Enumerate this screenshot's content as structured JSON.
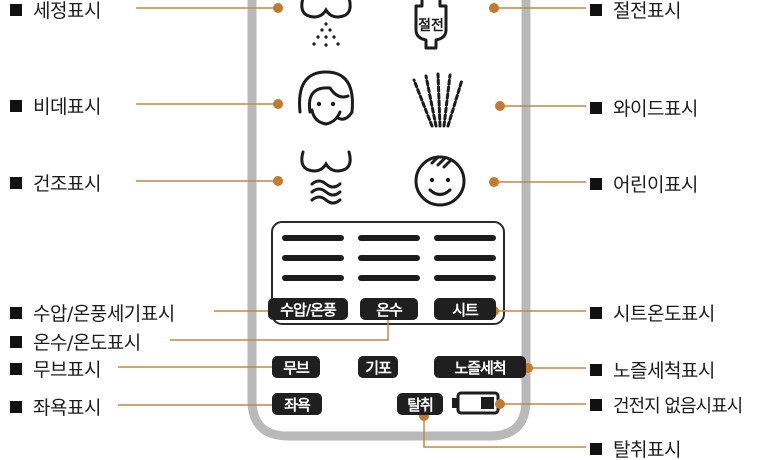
{
  "labels": {
    "wash": "세정표시",
    "bidet": "비데표시",
    "dry": "건조표시",
    "pressure": "수압/온풍세기표시",
    "water_temp": "온수/온도표시",
    "move": "무브표시",
    "seat_sensor": "좌욕표시",
    "power_save": "절전표시",
    "wide": "와이드표시",
    "child": "어린이표시",
    "seat_temp": "시트온도표시",
    "nozzle_clean": "노즐세척표시",
    "battery": "건전지 없음시표시",
    "deodor": "탈취표시"
  },
  "panel": {
    "power_save_icon_text": "절전",
    "pressure_badge": "수압/온풍",
    "water_temp_badge": "온수",
    "seat_badge": "시트",
    "move_badge": "무브",
    "bubble_badge": "기포",
    "nozzle_badge": "노즐세척",
    "seat_bath_badge": "좌욕",
    "deodor_badge": "탈취"
  },
  "colors": {
    "leader_line": "#c0884a",
    "leader_dot": "#c07b30",
    "panel_border": "#b5b5b5",
    "badge_bg": "#1f1f1f"
  }
}
